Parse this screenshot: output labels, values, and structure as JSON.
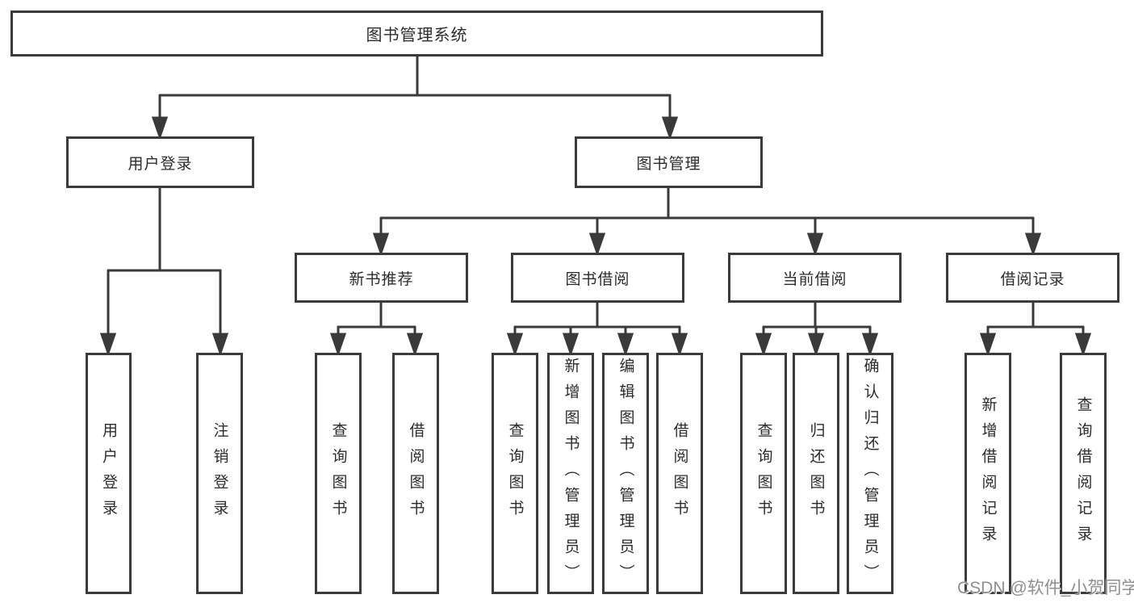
{
  "diagram": {
    "title": "图书管理系统",
    "colors": {
      "line": "#3a3a3a",
      "box_border": "#3b3b3b",
      "text": "#2c2c2c",
      "background": "#ffffff",
      "watermark": "#8f8f8f"
    },
    "nodes": {
      "root": {
        "label": "图书管理系统"
      },
      "userLogin": {
        "label": "用户登录"
      },
      "bookManagement": {
        "label": "图书管理"
      },
      "newBookRecommend": {
        "label": "新书推荐"
      },
      "bookBorrowing": {
        "label": "图书借阅"
      },
      "currentBorrowing": {
        "label": "当前借阅"
      },
      "borrowingRecords": {
        "label": "借阅记录"
      },
      "login": {
        "label": "用户登录"
      },
      "logout": {
        "label": "注销登录"
      },
      "queryBooks1": {
        "label": "查询图书"
      },
      "borrowBooks1": {
        "label": "借阅图书"
      },
      "queryBooks2": {
        "label": "查询图书"
      },
      "addBooks": {
        "label": "新增图书（管理员）"
      },
      "editBooks": {
        "label": "编辑图书（管理员）"
      },
      "borrowBooks2": {
        "label": "借阅图书"
      },
      "queryBooks3": {
        "label": "查询图书"
      },
      "returnBooks": {
        "label": "归还图书"
      },
      "confirmReturn": {
        "label": "确认归还（管理员）"
      },
      "addBorrowRecord": {
        "label": "新增借阅记录"
      },
      "queryBorrowRecord": {
        "label": "查询借阅记录"
      }
    },
    "hierarchy": {
      "图书管理系统": {
        "用户登录": [
          "用户登录",
          "注销登录"
        ],
        "图书管理": {
          "新书推荐": [
            "查询图书",
            "借阅图书"
          ],
          "图书借阅": [
            "查询图书",
            "新增图书（管理员）",
            "编辑图书（管理员）",
            "借阅图书"
          ],
          "当前借阅": [
            "查询图书",
            "归还图书",
            "确认归还（管理员）"
          ],
          "借阅记录": [
            "新增借阅记录",
            "查询借阅记录"
          ]
        }
      }
    },
    "watermark": "CSDN @软件_小贺同学"
  }
}
